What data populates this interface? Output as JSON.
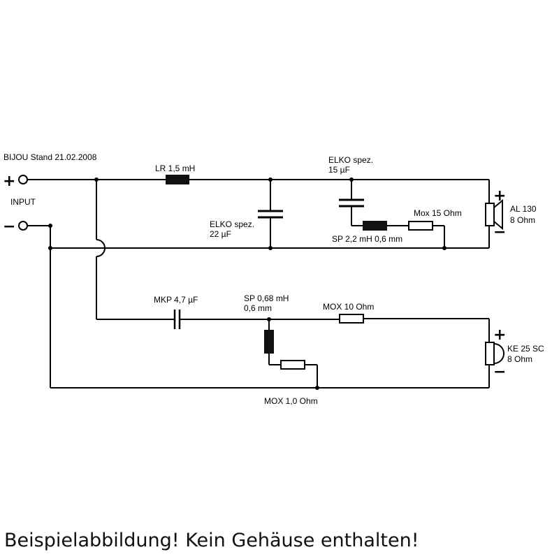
{
  "header": {
    "title": "BIJOU Stand 21.02.2008"
  },
  "input": {
    "plus": "+",
    "minus": "−",
    "label": "INPUT"
  },
  "components": {
    "lr": "LR 1,5 mH",
    "elko22_line1": "ELKO spez.",
    "elko22_line2": "22 µF",
    "elko15_line1": "ELKO spez.",
    "elko15_line2": "15 µF",
    "mox15": "Mox 15 Ohm",
    "sp22": "SP 2,2 mH 0,6 mm",
    "mkp": "MKP 4,7 µF",
    "sp068_line1": "SP 0,68 mH",
    "sp068_line2": "0,6 mm",
    "mox10": "MOX 10 Ohm",
    "mox1": "MOX 1,0 Ohm"
  },
  "speakers": {
    "woofer": {
      "plus": "+",
      "minus": "−",
      "line1": "AL 130",
      "line2": "8 Ohm"
    },
    "tweeter": {
      "plus": "+",
      "minus": "−",
      "line1": "KE 25 SC",
      "line2": "8 Ohm"
    }
  },
  "caption": "Beispielabbildung! Kein Gehäuse enthalten!"
}
